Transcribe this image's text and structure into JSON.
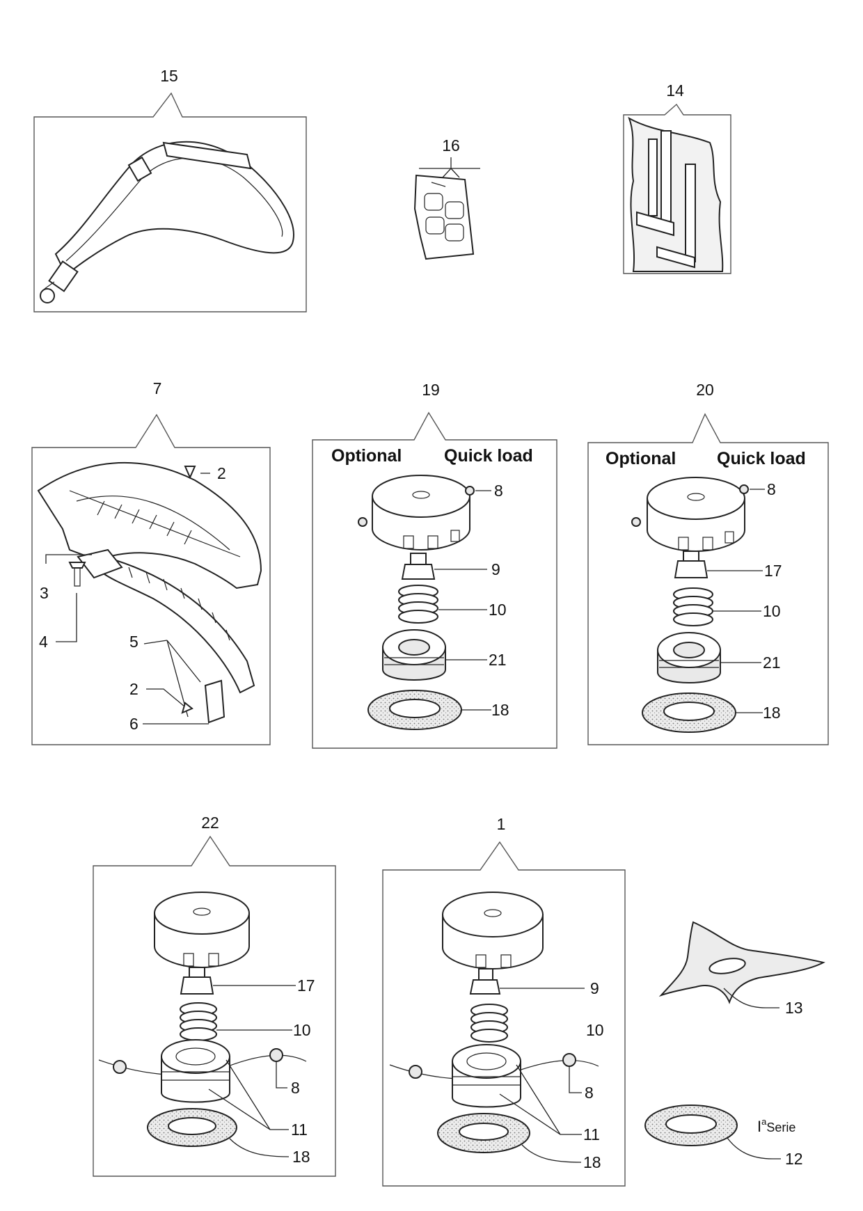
{
  "labels": {
    "l15": "15",
    "l16": "16",
    "l14": "14",
    "l7": "7",
    "l2a": "2",
    "l3": "3",
    "l4": "4",
    "l5": "5",
    "l2b": "2",
    "l6": "6",
    "l19": "19",
    "l19_8": "8",
    "l19_9": "9",
    "l19_10": "10",
    "l19_21": "21",
    "l19_18": "18",
    "l20": "20",
    "l20_8": "8",
    "l20_17": "17",
    "l20_10": "10",
    "l20_21": "21",
    "l20_18": "18",
    "l22": "22",
    "l22_17": "17",
    "l22_10": "10",
    "l22_8": "8",
    "l22_11": "11",
    "l22_18": "18",
    "l1": "1",
    "l1_9": "9",
    "l1_10": "10",
    "l1_8": "8",
    "l1_11": "11",
    "l1_18": "18",
    "l13": "13",
    "l12": "12"
  },
  "headers": {
    "optional": "Optional",
    "quick_load": "Quick load"
  },
  "serie": {
    "prefix": "I",
    "superscript": "a",
    "text": "Serie"
  }
}
